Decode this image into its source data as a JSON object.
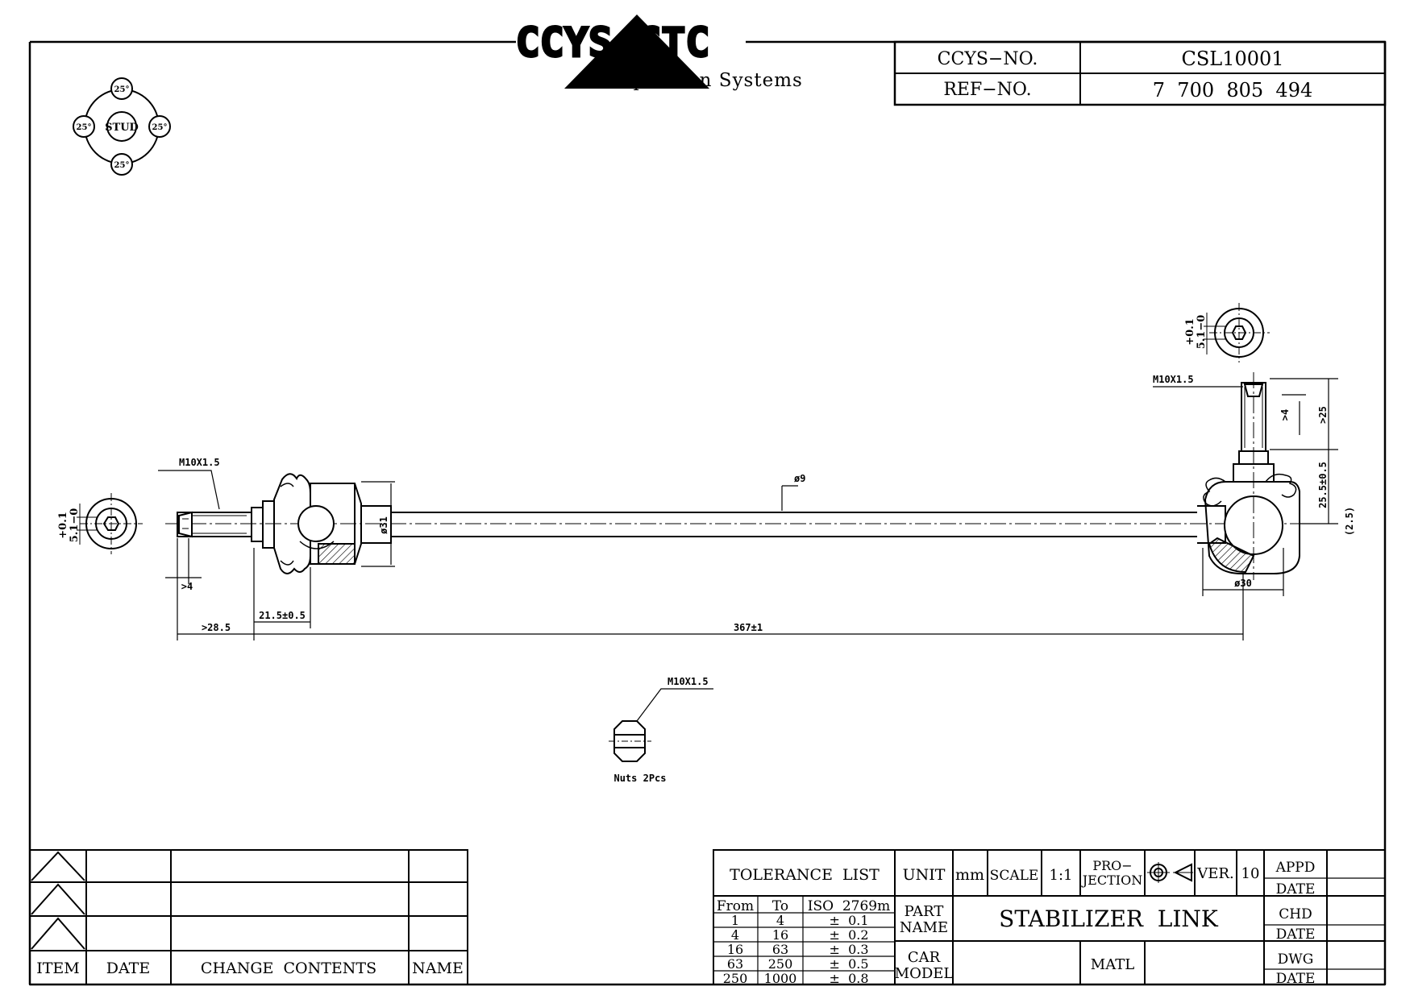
{
  "header": {
    "logo_text": "CCYS CTC",
    "subtitle": "Suspension Systems",
    "ccys_no_label": "CCYS−NO.",
    "ccys_no_value": "CSL10001",
    "ref_no_label": "REF−NO.",
    "ref_no_value": "7  700  805  494"
  },
  "stud_rose": {
    "center": "STUD",
    "top": "25°",
    "left": "25°",
    "right": "25°",
    "bottom": "25°"
  },
  "dimensions": {
    "left_hex_tol_top": "+0.1",
    "left_hex_tol_bot": "5.1−0",
    "right_hex_tol_top": "+0.1",
    "right_hex_tol_bot": "5.1−0",
    "left_thread": "M10X1.5",
    "right_thread": "M10X1.5",
    "nut_thread": "M10X1.5",
    "rod_dia": "ø9",
    "left_body_dia": "ø31",
    "right_body_dia": "ø30",
    "left_gt4": ">4",
    "left_gt28": ">28.5",
    "left_21": "21.5±0.5",
    "overall": "367±1",
    "right_gt4": ">4",
    "right_gt25": ">25",
    "right_255": "25.5±0.5",
    "right_25": "(2.5)",
    "nuts_label": "Nuts 2Pcs"
  },
  "revision_table": {
    "col_item": "ITEM",
    "col_date": "DATE",
    "col_change": "CHANGE  CONTENTS",
    "col_name": "NAME"
  },
  "title_block": {
    "tolerance_title": "TOLERANCE  LIST",
    "tol_headers": [
      "From",
      "To",
      "ISO  2769m"
    ],
    "tol_rows": [
      [
        "1",
        "4",
        "±  0.1"
      ],
      [
        "4",
        "16",
        "±  0.2"
      ],
      [
        "16",
        "63",
        "±  0.3"
      ],
      [
        "63",
        "250",
        "±  0.5"
      ],
      [
        "250",
        "1000",
        "±  0.8"
      ]
    ],
    "unit_label": "UNIT",
    "unit_value": "mm",
    "scale_label": "SCALE",
    "scale_value": "1:1",
    "projection_label_1": "PRO−",
    "projection_label_2": "JECTION",
    "ver_label": "VER.",
    "ver_value": "10",
    "appd": "APPD",
    "date1": "DATE",
    "chd": "CHD",
    "date2": "DATE",
    "dwg": "DWG",
    "date3": "DATE",
    "part_name_label_1": "PART",
    "part_name_label_2": "NAME",
    "part_name_value": "STABILIZER  LINK",
    "car_model_label_1": "CAR",
    "car_model_label_2": "MODEL",
    "matl_label": "MATL"
  }
}
